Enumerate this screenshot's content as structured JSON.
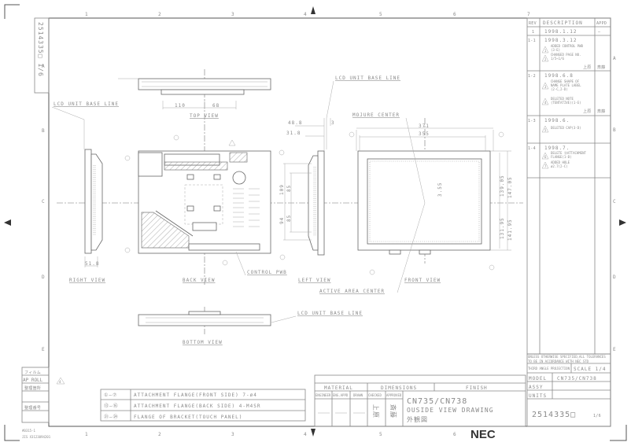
{
  "frame": {
    "columns": [
      "1",
      "2",
      "3",
      "4",
      "5",
      "6",
      "7"
    ],
    "rows": [
      "A",
      "B",
      "C",
      "D",
      "E"
    ],
    "vertical_part_number": "2514335□ 1/6"
  },
  "revision_table": {
    "headers": {
      "rev": "REV",
      "description": "DESCRIPTION",
      "appd": "APPD"
    },
    "rows": [
      {
        "rev": "1",
        "date": "1998.1.12",
        "items": [],
        "approvals": [
          "—"
        ]
      },
      {
        "rev": "1-1",
        "date": "1998.3.12",
        "items": [
          {
            "mark": "1",
            "lines": [
              "ADDED CONTROL PWB",
              "(3-E)"
            ]
          },
          {
            "mark": "2",
            "lines": [
              "CHANGED PAGE NO.",
              "1/5→1/6"
            ]
          }
        ],
        "approvals": [
          "上原",
          "斎藤"
        ]
      },
      {
        "rev": "1-2",
        "date": "1998.6.8",
        "items": [
          {
            "mark": "3",
            "lines": [
              "CHANGE SHAPE OF",
              "NAME PLATE LABEL",
              "(2-C,2-D)"
            ]
          },
          {
            "mark": "4",
            "lines": [
              "DELETED NOTE",
              "(TENTATIVE)(1-E)"
            ]
          }
        ],
        "approvals": [
          "上原",
          "斎藤"
        ]
      },
      {
        "rev": "1-3",
        "date": "1998.6.",
        "items": [
          {
            "mark": "5",
            "lines": [
              "DELETED CAP(3-D)"
            ]
          }
        ],
        "approvals": []
      },
      {
        "rev": "1-4",
        "date": "1998.7.",
        "items": [
          {
            "mark": "6",
            "lines": [
              "DELETE ⑫ATTACHMENT",
              "FLANGE(1-B)"
            ]
          },
          {
            "mark": "7",
            "lines": [
              "ADDED HOLE",
              "ø2.7(2-C)"
            ]
          }
        ],
        "approvals": []
      }
    ]
  },
  "drawing": {
    "labels": {
      "lcd_base_line_left": "LCD UNIT BASE LINE",
      "lcd_base_line_top": "LCD UNIT BASE LINE",
      "lcd_base_line_bottom": "LCD UNIT BASE LINE",
      "top_view": "TOP VIEW",
      "right_view": "RIGHT VIEW",
      "back_view": "BACK VIEW",
      "left_view": "LEFT VIEW",
      "front_view": "FRONT VIEW",
      "bottom_view": "BOTTOM VIEW",
      "control_pwb": "CONTROL PWB",
      "module_center": "MOJURE CENTER",
      "active_area_center": "ACTIVE AREA CENTER"
    },
    "dimensions": {
      "top_110": "110",
      "top_68": "68",
      "d48_8": "48.8",
      "d31_8": "31.8",
      "d3": "3",
      "d109": "109",
      "d85a": "85",
      "d94": "94",
      "d85b": "85",
      "d51_8": "51.8",
      "d371": "371",
      "d355": "355",
      "d3_55": "3.55",
      "d139_05": "139.05",
      "d147_05": "147.05",
      "d131_95": "131.95",
      "d141_95": "141.95"
    }
  },
  "notes_table": [
    {
      "range": "①—⑦",
      "text": "ATTACHMENT FLANGE(FRONT SIDE) 7-ø4"
    },
    {
      "range": "⑬—⑯",
      "text": "ATTACHMENT FLANGE(BACK SIDE) 4-M4SR"
    },
    {
      "range": "㉑—㉔",
      "text": "FLANGE OF BRACKET(TOUCH PANEL)"
    }
  ],
  "stamp_box": {
    "film": "フィルム",
    "ap_roll": "AP ROLL",
    "arrangement_place": "整理箇所",
    "arrangement_number": "整理番号",
    "rev_mark": "4"
  },
  "footer_left": {
    "form": "#0315-1",
    "jis": "JIS X3123094201"
  },
  "title_block": {
    "material": "MATERIAL",
    "dimensions": "DIMENSIONS",
    "finish": "FINISH",
    "engineer": "ENGINEER",
    "eng_appd": "ENG.APPD",
    "drawn": "DRAWN",
    "checked": "CHECKED",
    "approved": "APPROVED",
    "checked_sign": "上原",
    "approved_sign": "斎藤",
    "title_line1": "CN735/CN738",
    "title_line2": "OUSIDE VIEW DRAWING",
    "title_line3": "外観図",
    "tolerance_note_1": "UNLESS OTHERWISE SPECIFIED,ALL TOLERANCES",
    "tolerance_note_2": "TO BE IN ACCORDANCE WITH NEC STD",
    "projection": "THIRD ANGLE PROJECTION",
    "scale": "SCALE 1/4",
    "model_label": "MODEL",
    "model_value": "CN735/CN738",
    "assy_label": "ASSY",
    "units_label": "UNITS",
    "drawing_number": "2514335□",
    "sheet": "1/6",
    "company_logo": "NEC"
  }
}
